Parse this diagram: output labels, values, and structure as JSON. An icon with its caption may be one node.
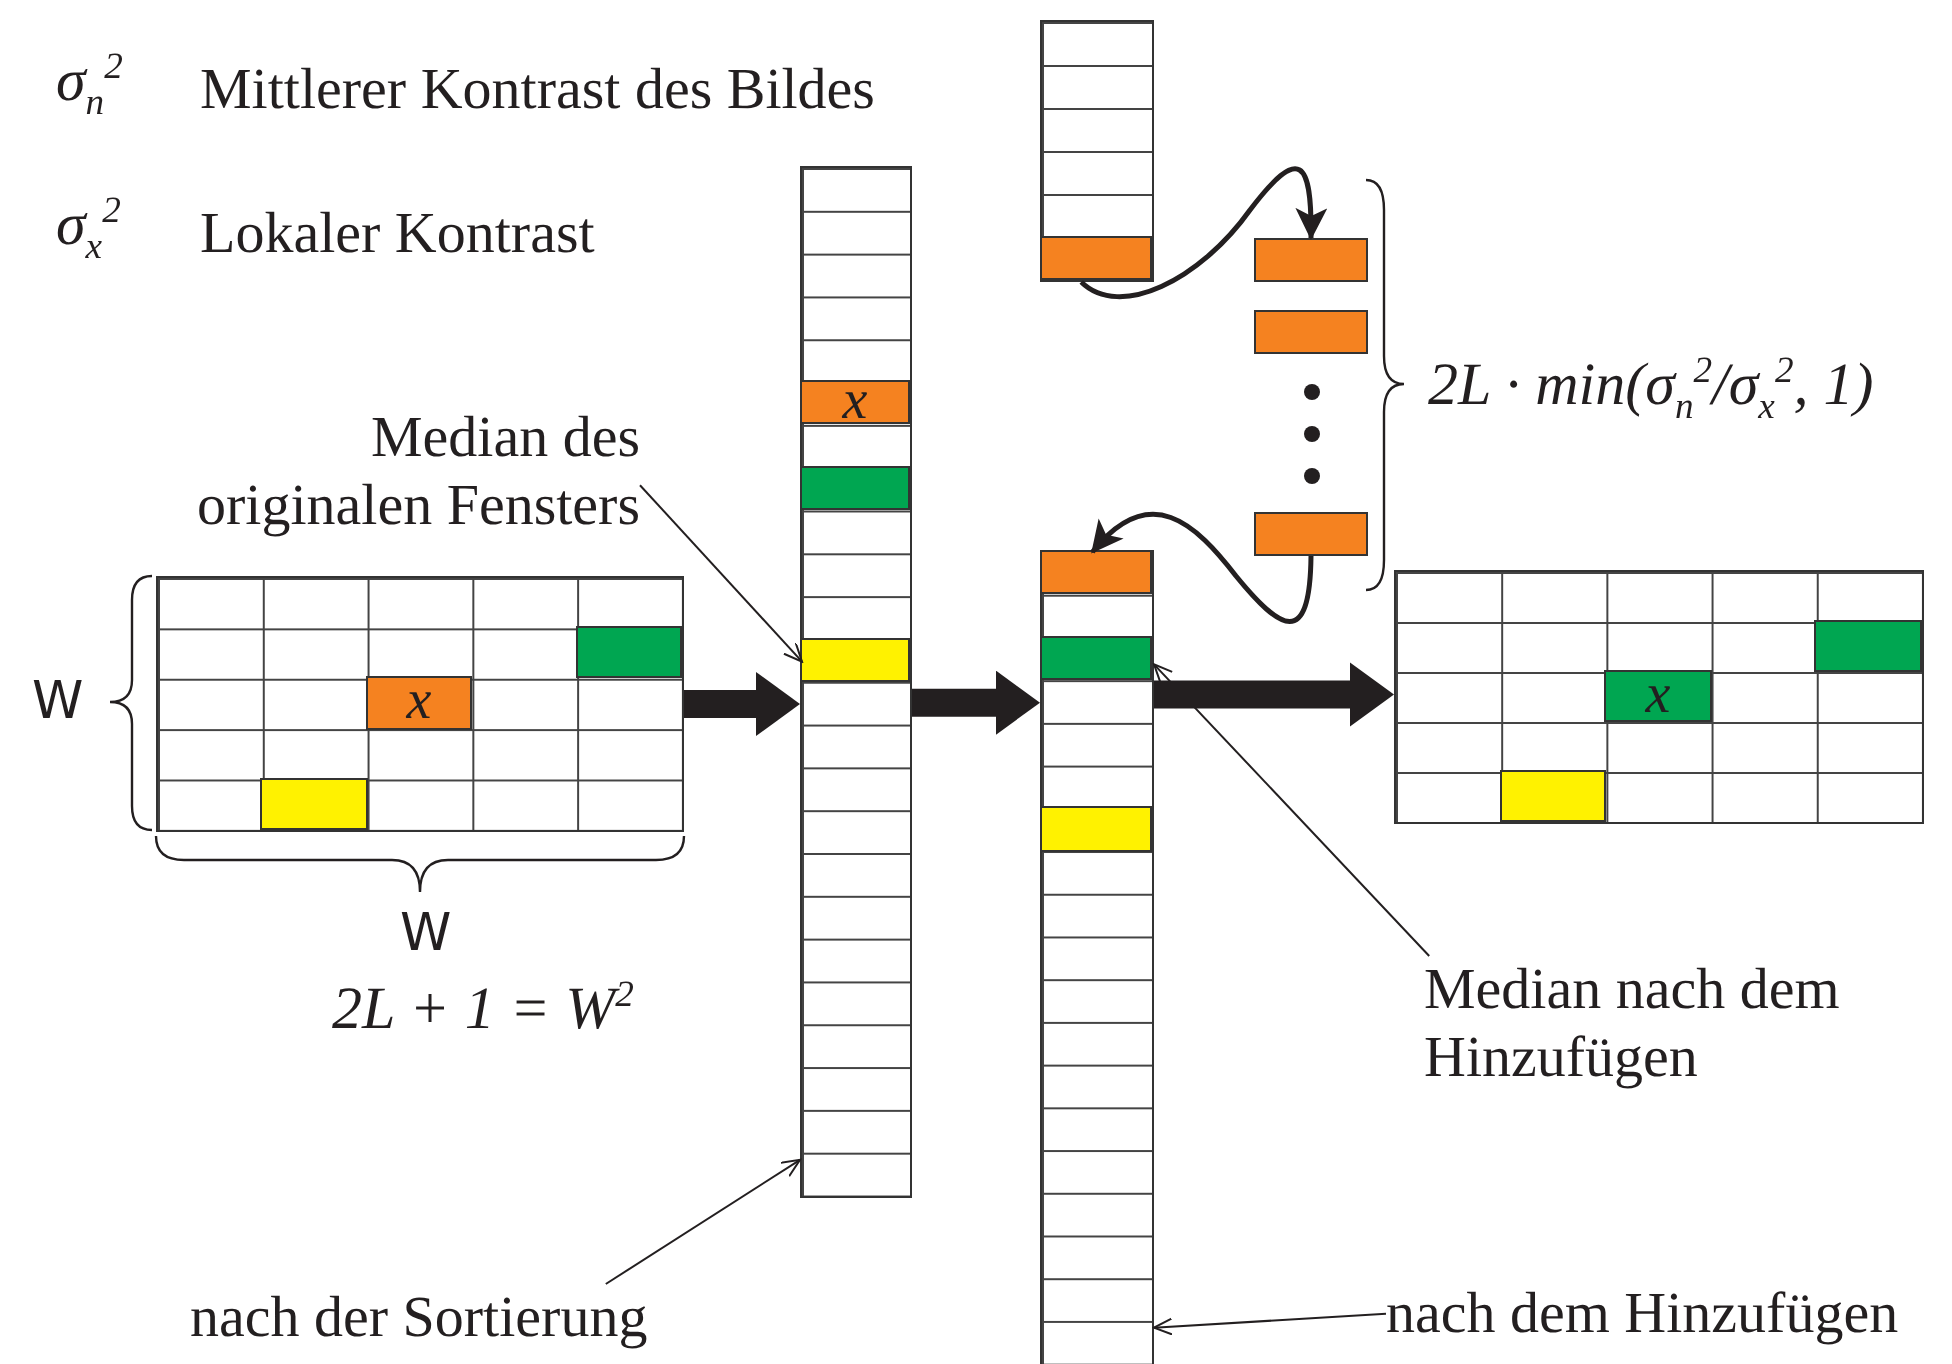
{
  "diagram": {
    "nodes": [
      {
        "text": [
          "Median des originalen Fensters"
        ]
      },
      {
        "text": [],
        "shape": "box"
      },
      {
        "text": [
          "x"
        ],
        "in": 1
      },
      {
        "text": [],
        "shape": "box"
      },
      {
        "text": [
          "x"
        ],
        "in": 3
      },
      {
        "text": [],
        "shape": "box",
        "in": 3
      },
      {
        "text": [],
        "shape": "box"
      },
      {
        "text": [],
        "shape": "box",
        "in": 6
      },
      {
        "text": [],
        "shape": "box"
      },
      {
        "text": [],
        "shape": "box"
      },
      {
        "text": [],
        "shape": "box"
      },
      {
        "text": [],
        "shape": "box"
      },
      {
        "text": [],
        "shape": "box",
        "in": 11
      },
      {
        "text": [],
        "shape": "box",
        "in": 11
      },
      {
        "text": [
          "Median nach dem Hinzufügen"
        ]
      },
      {
        "text": [
          "nach der Sortierung"
        ]
      },
      {
        "text": [
          "nach dem Hinzufügen"
        ]
      },
      {
        "text": [],
        "shape": "box"
      },
      {
        "text": [
          "x"
        ],
        "in": 17
      }
    ],
    "edges": [
      {
        "from": 0,
        "to": 5,
        "arrow": "to"
      },
      {
        "from": 15,
        "to": 3,
        "arrow": "to"
      },
      {
        "from": 14,
        "to": 13,
        "arrow": "to"
      },
      {
        "from": 16,
        "to": 11,
        "arrow": "to"
      },
      {
        "from": 1,
        "to": 3,
        "arrow": "to",
        "style": "thick"
      },
      {
        "from": 3,
        "to": 11,
        "arrow": "to",
        "style": "thick"
      },
      {
        "from": 11,
        "to": 17,
        "arrow": "to",
        "style": "thick"
      },
      {
        "from": 7,
        "to": 8,
        "arrow": "to"
      },
      {
        "from": 10,
        "to": 12,
        "arrow": "to"
      }
    ],
    "labels": [
      "σ$_{n}$$^{2}$",
      "Mittlerer Kontrast des Bildes",
      "σ$_{x}$$^{2}$",
      "Lokaler Kontrast",
      "W",
      "W",
      "2L + 1 = W$^{2}$",
      "2L · min(σ$_{n}$$^{2}$/σ$_{x}$$^{2}$, 1)"
    ]
  }
}
